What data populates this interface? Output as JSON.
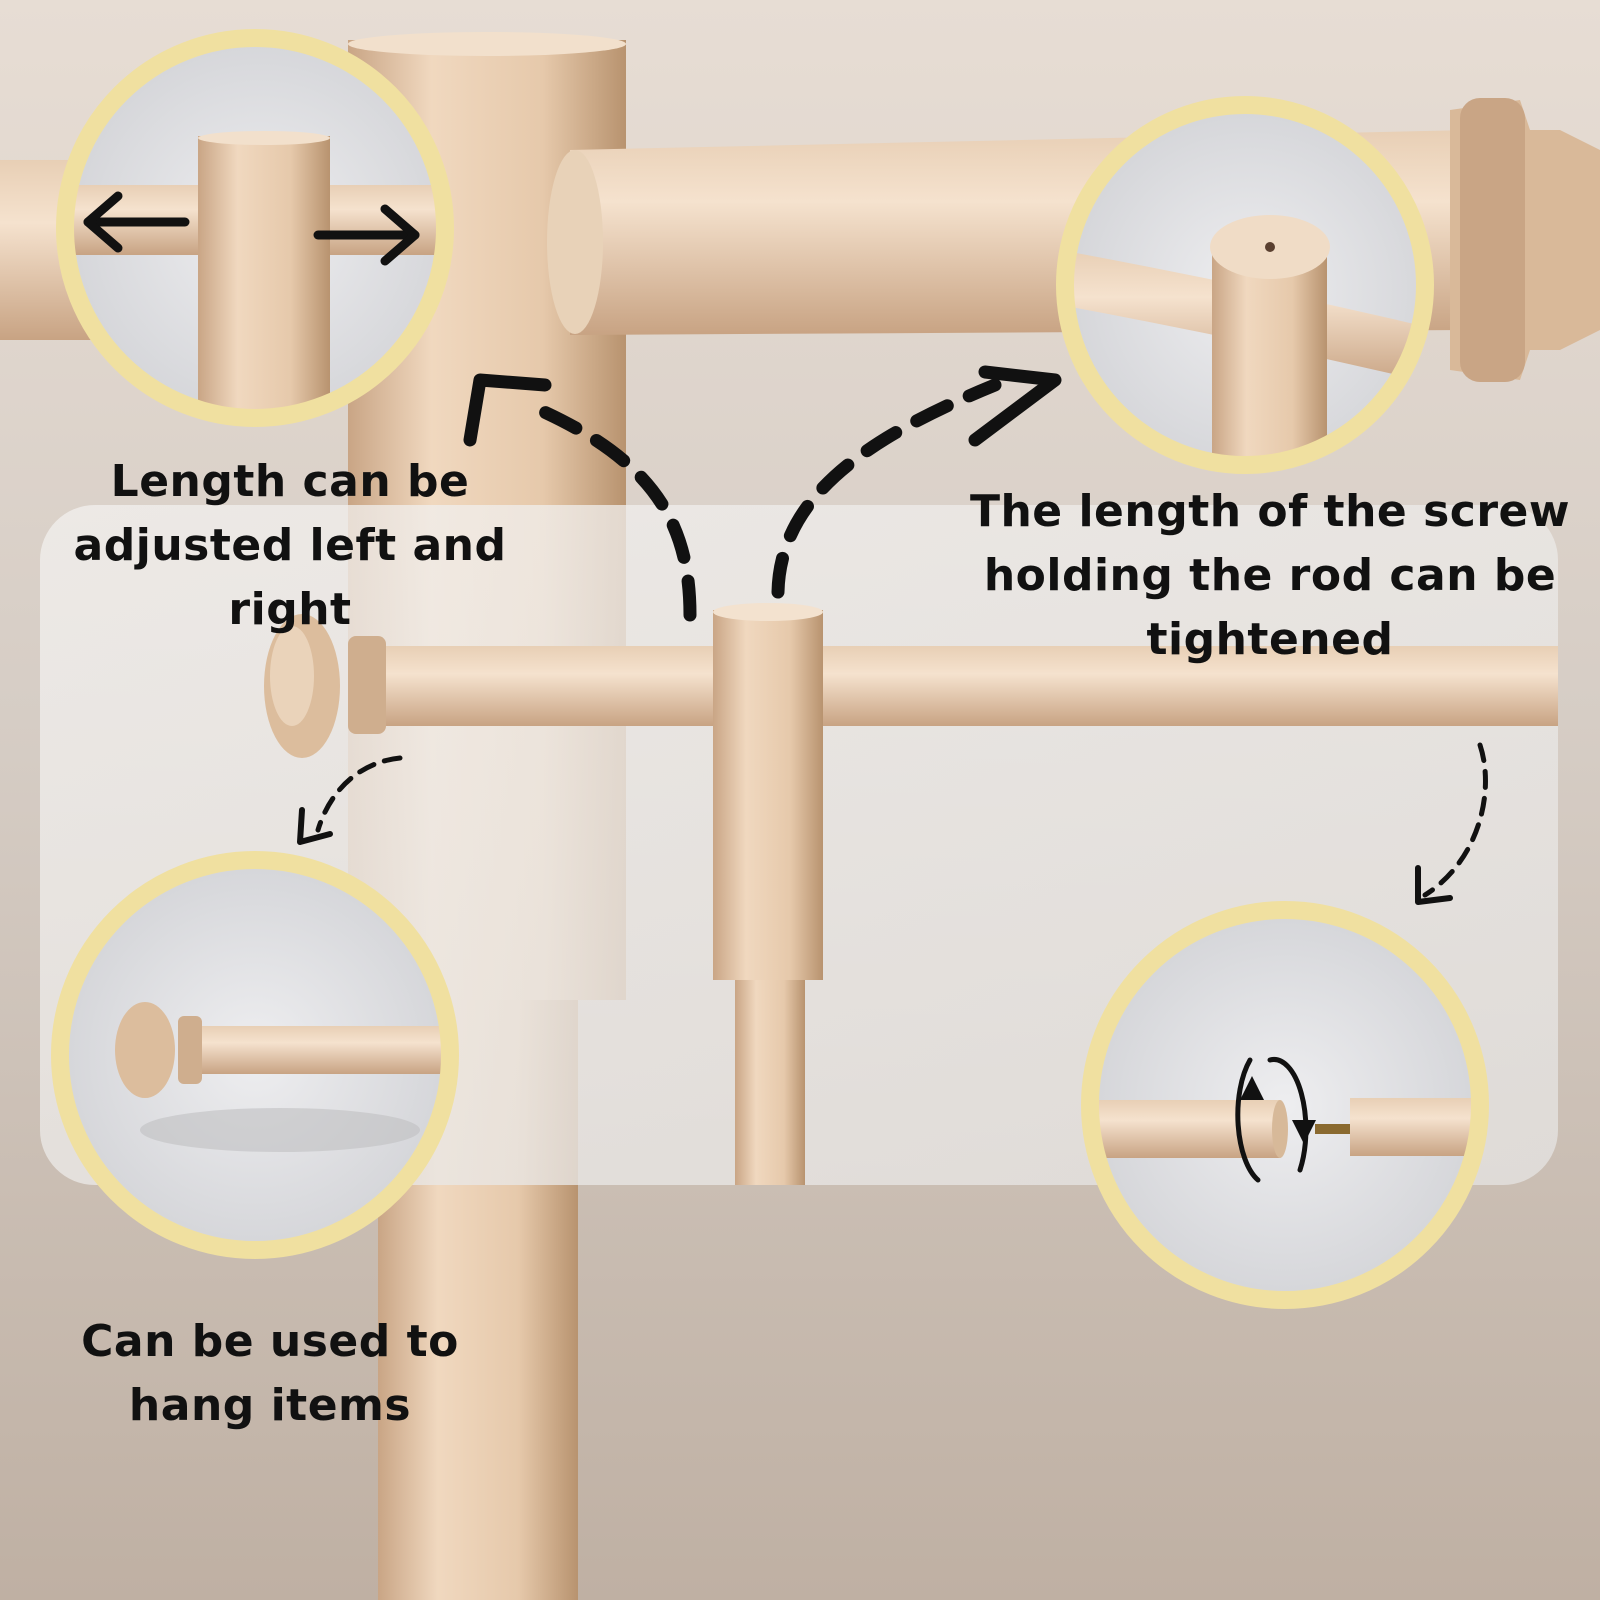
{
  "captions": {
    "adjust": "Length can be adjusted left and right",
    "screw": "The length of the screw holding the rod can be tightened",
    "hang": "Can be used to hang items"
  },
  "colors": {
    "wood_light": "#f0d8bf",
    "wood_mid": "#e3c4a6",
    "wood_dark": "#c9a585",
    "callout_ring": "#f0e0a0",
    "background": "#d8cfc6"
  },
  "icons": [
    "double-arrow-left-right-icon",
    "rotate-arrows-icon",
    "dashed-arrow-icon"
  ]
}
